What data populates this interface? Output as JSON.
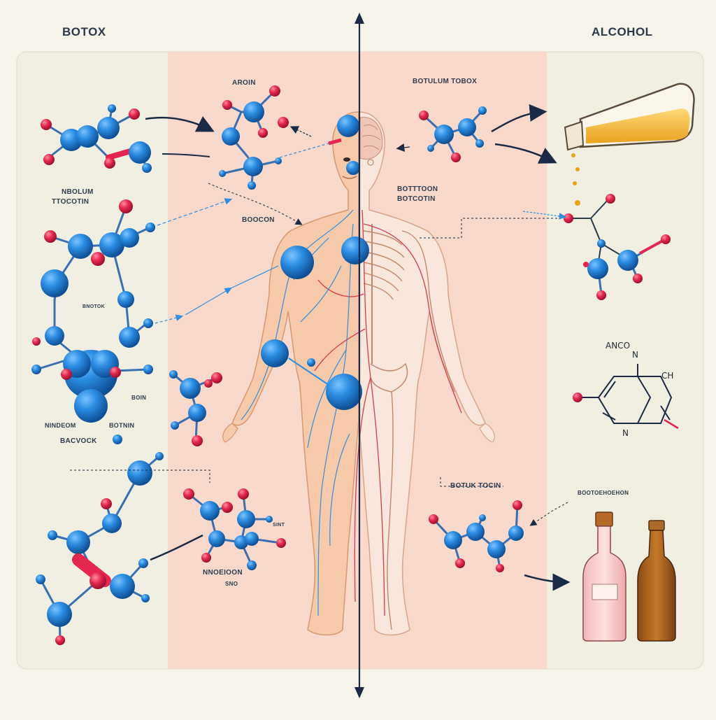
{
  "headers": {
    "left": "BOTOX",
    "right": "ALCOHOL"
  },
  "labels": {
    "arom": "AROIN",
    "botulum_tobox": "BOTULUM TOBOX",
    "nbolum": "NBOLUM",
    "ttocotin": "TTOCOTIN",
    "boocon": "BOOCON",
    "botttoon": "BOTTTOON",
    "botcotin": "BOTCOTIN",
    "bnotok": "BNOTOK",
    "boin": "BOIN",
    "nindeom": "NINDEOM",
    "botnin": "BOTNIN",
    "bacvock": "BACVOCK",
    "botuk_tocin": "BOTUK TOCIN",
    "bootoehoehon": "BOOTOEHOEHON",
    "nnoeioon": "NNOEIOON",
    "sno": "SNO",
    "sint": "SINT",
    "anco": "ANCO",
    "n_top": "N",
    "ch": "CH",
    "n_bottom": "N"
  },
  "colors": {
    "background": "#f5f3ea",
    "panel": "#f8d9cc",
    "atom_blue": "#1f7fd0",
    "atom_red": "#e5264e",
    "vein_blue": "#2f8fe0",
    "artery_red": "#d93a4a",
    "skin": "#f6c9a8",
    "axis": "#1c2b45"
  },
  "icons": [
    "double-arrow-axis",
    "molecule",
    "human-figure",
    "skeleton-half",
    "liquor-bottle",
    "rose-bottle",
    "beer-bottle",
    "curved-arrow"
  ]
}
